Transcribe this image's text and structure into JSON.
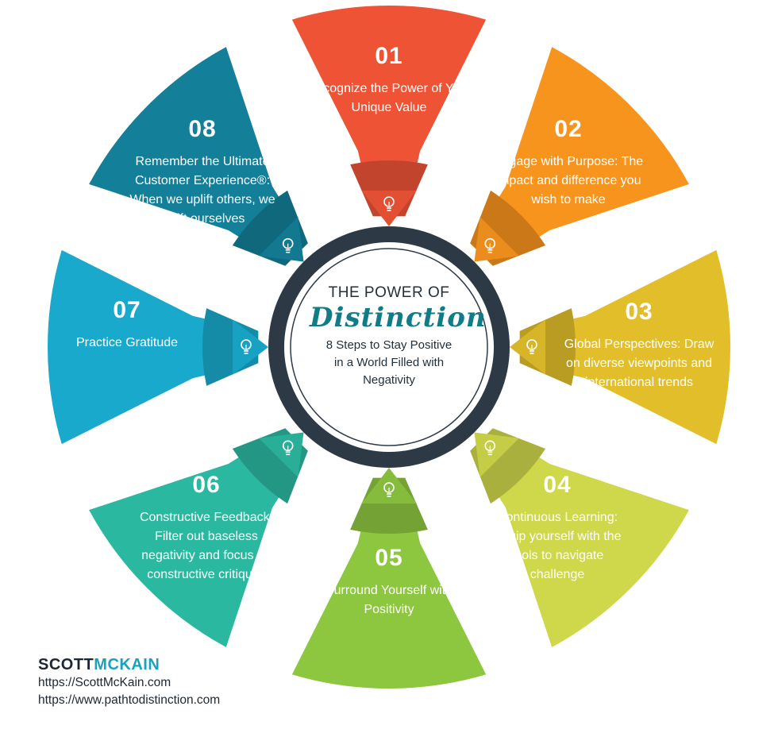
{
  "diagram": {
    "center": {
      "line1": "THE POWER OF",
      "line2": "Distinction",
      "line3": "8 Steps to Stay Positive in a World Filled with Negativity"
    },
    "steps": [
      {
        "number": "01",
        "label": "Recognize the Power of Your Unique Value",
        "color": "#ee5336"
      },
      {
        "number": "02",
        "label": "Engage with Purpose: The impact and difference you wish to make",
        "color": "#f7941d"
      },
      {
        "number": "03",
        "label": "Global Perspectives: Draw on diverse viewpoints and international trends",
        "color": "#e2be2a"
      },
      {
        "number": "04",
        "label": "Continuous Learning: Equip yourself with the tools to navigate challenge",
        "color": "#cfd74a"
      },
      {
        "number": "05",
        "label": "Surround Yourself with Positivity",
        "color": "#8dc63f"
      },
      {
        "number": "06",
        "label": "Constructive Feedback: Filter out baseless negativity and focus on constructive critiques",
        "color": "#2bb8a0"
      },
      {
        "number": "07",
        "label": "Practice Gratitude",
        "color": "#18a9cc"
      },
      {
        "number": "08",
        "label": "Remember the Ultimate Customer Experience®: When we uplift others, we uplift ourselves",
        "color": "#137f99"
      }
    ],
    "icon": "lightbulb-icon"
  },
  "brand": {
    "name_part1": "SCOTT",
    "name_part2": "MCKAIN",
    "url1": "https://ScottMcKain.com",
    "url2": "https://www.pathtodistinction.com"
  },
  "colors": {
    "ring": "#2d3a45",
    "accent_text": "#0f7c87"
  }
}
